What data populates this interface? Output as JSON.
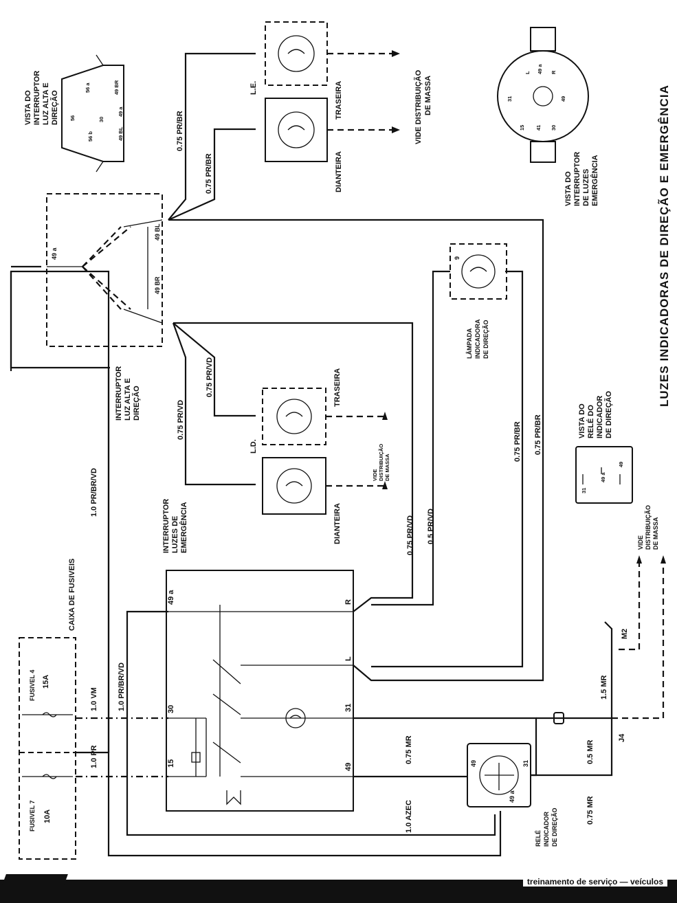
{
  "title": "LUZES INDICADORAS DE DIREÇÃO E EMERGÊNCIA",
  "footer": {
    "text": "treinamento de serviço — veículos"
  },
  "labels": {
    "fusivel7": "FUSIVEL 7",
    "fusivel7_amp": "10A",
    "fusivel4": "FUSIVEL 4",
    "fusivel4_amp": "15A",
    "caixa_fusiveis": "CAIXA DE FUSIVEIS",
    "int_emerg_1": "INTERRUPTOR",
    "int_emerg_2": "LUZES DE",
    "int_emerg_3": "EMERGÊNCIA",
    "int_luz_1": "INTERRUPTOR",
    "int_luz_2": "LUZ ALTA E",
    "int_luz_3": "DIREÇÃO",
    "vista_int_luz_1": "VISTA DO",
    "vista_int_luz_2": "INTERRUPTOR",
    "vista_int_luz_3": "LUZ ALTA E",
    "vista_int_luz_4": "DIREÇÃO",
    "vista_emerg_1": "VISTA DO",
    "vista_emerg_2": "INTERRUPTOR",
    "vista_emerg_3": "DE LUZES",
    "vista_emerg_4": "EMERGÊNCIA",
    "vista_rele_1": "VISTA DO",
    "vista_rele_2": "RELÉ DO",
    "vista_rele_3": "INDICADOR",
    "vista_rele_4": "DE DIREÇÃO",
    "rele_1": "RELÉ",
    "rele_2": "INDICADOR",
    "rele_3": "DE DIREÇÃO",
    "lampada_1": "LÂMPADA",
    "lampada_2": "INDICADORA",
    "lampada_3": "DE DIREÇÃO",
    "le": "L.E.",
    "ld": "L.D.",
    "dianteira": "DIANTEIRA",
    "traseira": "TRASEIRA",
    "vide_massa_1": "VIDE DISTRIBUIÇÃO",
    "vide_massa_2": "DE MASSA",
    "vide_massa_s1": "VIDE",
    "vide_massa_s2": "DISTRIBUIÇÃO",
    "vide_massa_s3": "DE MASSA",
    "m2": "M2",
    "j4": "J4"
  },
  "wires": {
    "w1": "1.0 PR",
    "w2": "1.0 VM",
    "w3": "1.0 PR/BR/VD",
    "w4": "1.0 PR/BR/VD",
    "w5": "1.0 AZEC",
    "w6": "0.75 MR",
    "w7": "0.5 MR",
    "w8": "0.75 MR",
    "w9": "1.5 MR",
    "w10": "0.75 PR/VD",
    "w11": "0.5 PR/VD",
    "w12": "0.75 PR/BR",
    "w13": "0.75 PR/BR",
    "w14": "0.75 PR/VD",
    "w15": "0.75 PR/VD",
    "w16": "0.75 PR/BR",
    "w17": "0.75 PR/BR"
  },
  "terminals": {
    "t15": "15",
    "t30": "30",
    "t49a": "49 a",
    "t31": "31",
    "t49": "49",
    "tL": "L",
    "tR": "R",
    "t49a_s": "49 a",
    "t49bl": "49 BL",
    "t49br": "49 BR",
    "rele49": "49",
    "rele31": "31",
    "rele49a": "49 a",
    "lamp9": "9"
  },
  "pins": {
    "sw_56": "56",
    "sw_56b": "56 b",
    "sw_30": "30",
    "sw_56a": "56 a",
    "sw_49bl": "49 BL",
    "sw_49a": "49 a",
    "sw_49br": "49 BR",
    "em_31": "31",
    "em_15": "15",
    "em_30": "30",
    "em_49": "49",
    "em_L": "L",
    "em_49a": "49 a",
    "em_R": "R",
    "em_41": "41",
    "rl_31": "31",
    "rl_49a": "49 a",
    "rl_49": "49"
  }
}
